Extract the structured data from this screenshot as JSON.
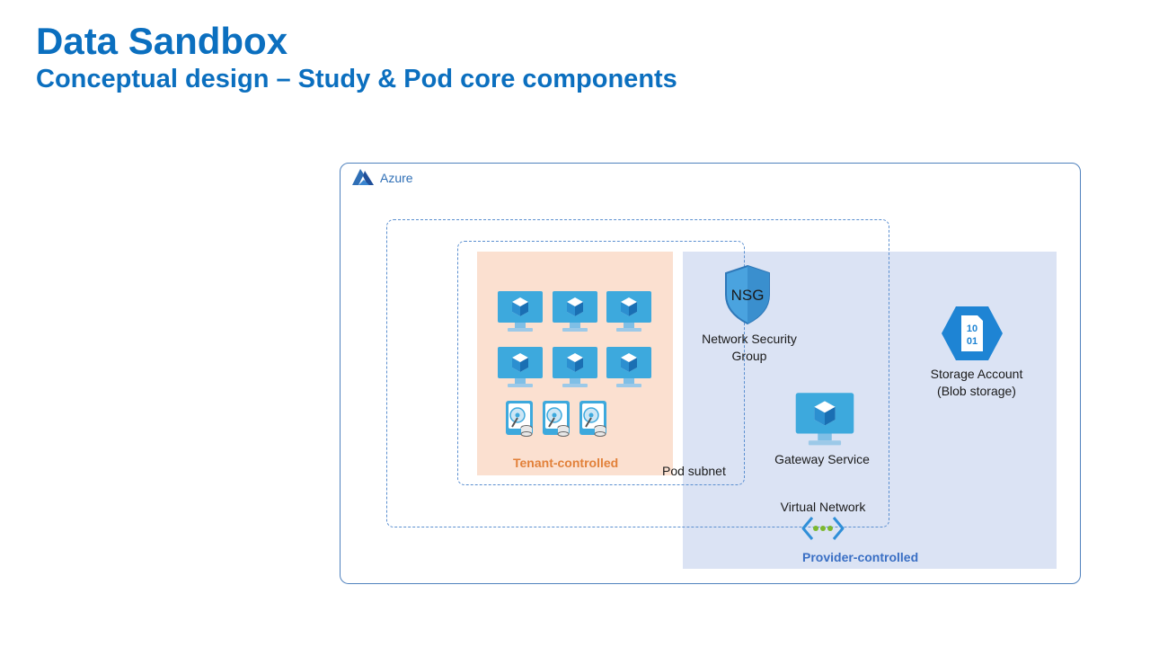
{
  "title": "Data Sandbox",
  "subtitle": "Conceptual design – Study & Pod core components",
  "diagram": {
    "azure_label": "Azure",
    "tenant_label": "Tenant-controlled",
    "pod_subnet_label": "Pod subnet",
    "nsg": {
      "badge": "NSG",
      "label_line1": "Network Security",
      "label_line2": "Group"
    },
    "gateway_label": "Gateway Service",
    "storage": {
      "badge_top": "10",
      "badge_bottom": "01",
      "label_line1": "Storage Account",
      "label_line2": "(Blob storage)"
    },
    "vnet_label": "Virtual Network",
    "provider_label": "Provider-controlled"
  },
  "colors": {
    "title": "#0b6fbf",
    "tenant_fill": "#fbe0d0",
    "provider_fill": "#dbe3f4",
    "vm_blue": "#3da9dd",
    "tenant_text": "#e2813a",
    "provider_text": "#3a6fc4"
  },
  "icons": [
    "azure-logo-icon",
    "vm-icon",
    "disk-icon",
    "nsg-shield-icon",
    "gateway-vm-icon",
    "storage-account-icon",
    "virtual-network-icon"
  ]
}
